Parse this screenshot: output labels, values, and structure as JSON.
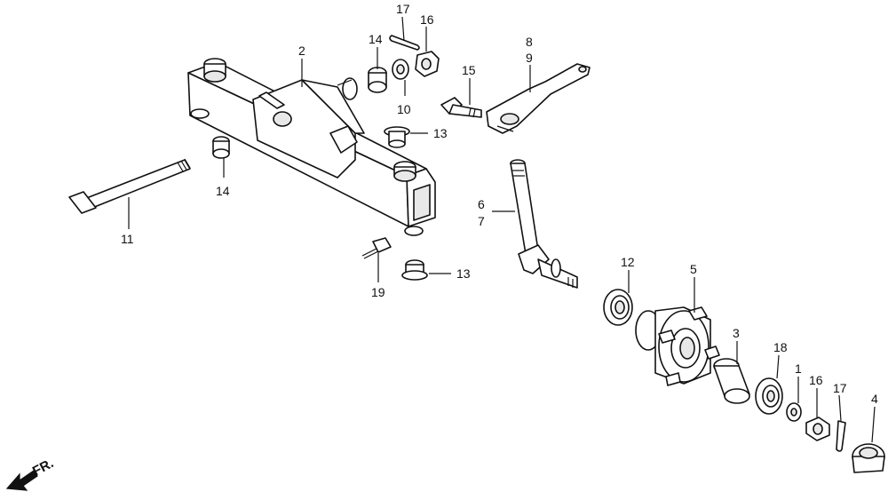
{
  "diagram": {
    "direction_label": "FR.",
    "callouts": [
      {
        "id": "c17a",
        "text": "17"
      },
      {
        "id": "c16a",
        "text": "16"
      },
      {
        "id": "c14a",
        "text": "14"
      },
      {
        "id": "c10",
        "text": "10"
      },
      {
        "id": "c2",
        "text": "2"
      },
      {
        "id": "c8",
        "text": "8"
      },
      {
        "id": "c9",
        "text": "9"
      },
      {
        "id": "c15",
        "text": "15"
      },
      {
        "id": "c13a",
        "text": "13"
      },
      {
        "id": "c14b",
        "text": "14"
      },
      {
        "id": "c11",
        "text": "11"
      },
      {
        "id": "c6",
        "text": "6"
      },
      {
        "id": "c7",
        "text": "7"
      },
      {
        "id": "c19",
        "text": "19"
      },
      {
        "id": "c13b",
        "text": "13"
      },
      {
        "id": "c12",
        "text": "12"
      },
      {
        "id": "c5",
        "text": "5"
      },
      {
        "id": "c3",
        "text": "3"
      },
      {
        "id": "c18",
        "text": "18"
      },
      {
        "id": "c1",
        "text": "1"
      },
      {
        "id": "c16b",
        "text": "16"
      },
      {
        "id": "c17b",
        "text": "17"
      },
      {
        "id": "c4",
        "text": "4"
      }
    ]
  }
}
